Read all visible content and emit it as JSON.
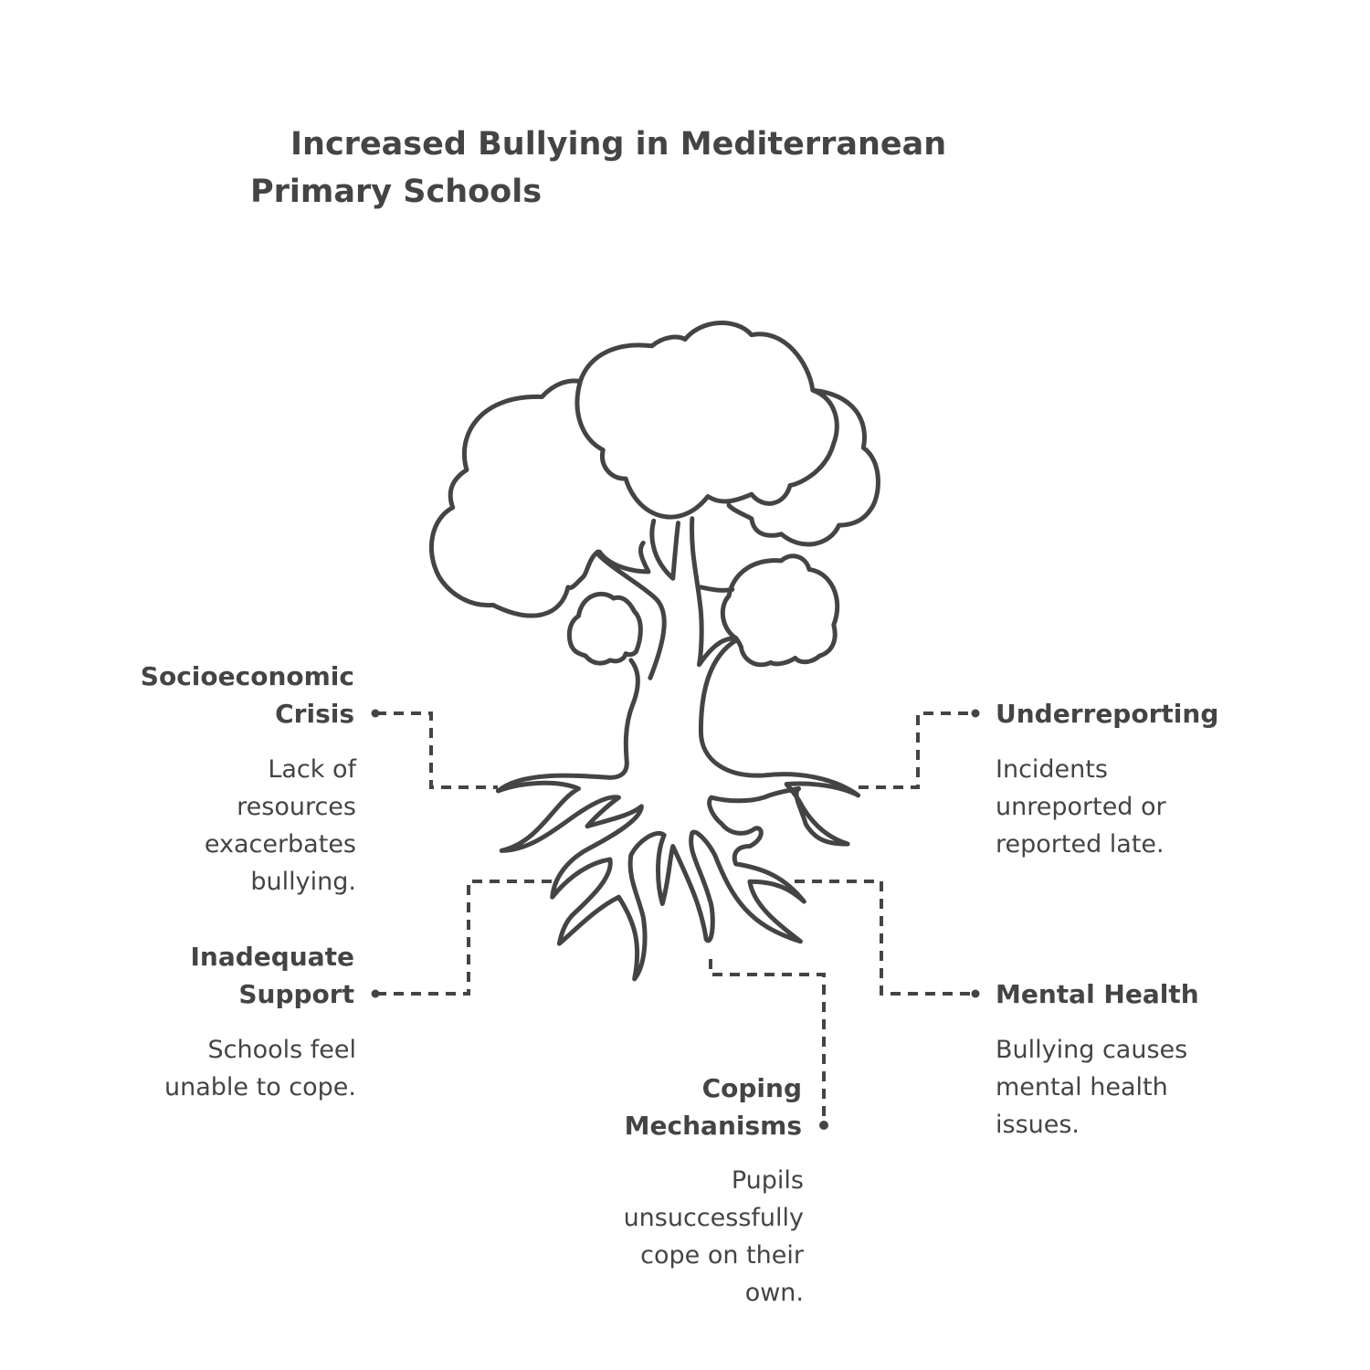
{
  "title": {
    "line1": "Increased Bullying in Mediterranean",
    "line2": "Primary Schools"
  },
  "items": [
    {
      "id": "socioeconomic",
      "label": [
        "Socioeconomic",
        "Crisis"
      ],
      "description": [
        "Lack of",
        "resources",
        "exacerbates",
        "bullying."
      ]
    },
    {
      "id": "inadequate",
      "label": [
        "Inadequate",
        "Support"
      ],
      "description": [
        "Schools feel",
        "unable to cope."
      ]
    },
    {
      "id": "underreporting",
      "label": [
        "Underreporting"
      ],
      "description": [
        "Incidents",
        "unreported or",
        "reported late."
      ]
    },
    {
      "id": "mental",
      "label": [
        "Mental Health"
      ],
      "description": [
        "Bullying causes",
        "mental health",
        "issues."
      ]
    },
    {
      "id": "coping",
      "label": [
        "Coping",
        "Mechanisms"
      ],
      "description": [
        "Pupils",
        "unsuccessfully",
        "cope on their",
        "own."
      ]
    }
  ],
  "colors": {
    "ink": "#444444",
    "background": "#ffffff"
  }
}
